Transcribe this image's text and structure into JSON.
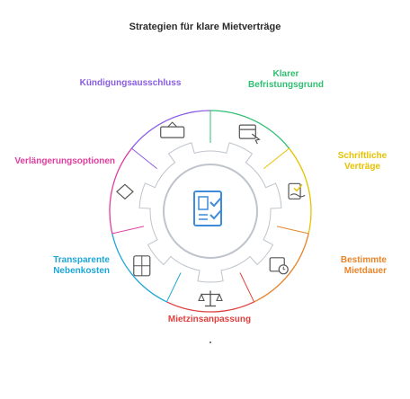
{
  "title": "Strategien für klare Mietverträge",
  "segments": [
    {
      "id": "befristung",
      "lines": [
        "Klarer",
        "Befristungsgrund"
      ],
      "color": "#2fbf71",
      "icon": "calendar-pointer-icon"
    },
    {
      "id": "schriftlich",
      "lines": [
        "Schriftliche",
        "Verträge"
      ],
      "color": "#e6c200",
      "icon": "signed-documents-icon"
    },
    {
      "id": "mietdauer",
      "lines": [
        "Bestimmte",
        "Mietdauer"
      ],
      "color": "#e8842a",
      "icon": "calendar-clock-icon"
    },
    {
      "id": "mietzins",
      "lines": [
        "Mietzinsanpassung"
      ],
      "color": "#e0413f",
      "icon": "balance-scale-icon"
    },
    {
      "id": "nebenkosten",
      "lines": [
        "Transparente",
        "Nebenkosten"
      ],
      "color": "#1ea7d6",
      "icon": "calculator-icon"
    },
    {
      "id": "verlaengerung",
      "lines": [
        "Verlängerungsoptionen"
      ],
      "color": "#e03ea0",
      "icon": "diamond-icon"
    },
    {
      "id": "kuendigung",
      "lines": [
        "Kündigungsausschluss"
      ],
      "color": "#8a5ce6",
      "icon": "close-sign-icon"
    }
  ],
  "center_icon": "contract-document-icon",
  "colors": {
    "ring_gray": "#bfc4cc",
    "icon_blue": "#3d8bd9",
    "icon_gray": "#555555"
  }
}
